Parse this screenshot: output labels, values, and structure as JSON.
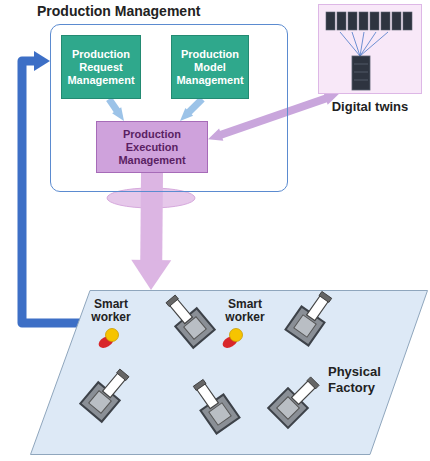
{
  "diagram": {
    "nodes": [
      {
        "text": [
          "Production Management"
        ]
      },
      {
        "text": [
          "Production Request Management"
        ],
        "in": 0
      },
      {
        "text": [
          "Production Model Management"
        ],
        "in": 0
      },
      {
        "text": [
          "Production Execution Management"
        ],
        "in": 0
      },
      {
        "text": [
          "Digital twins"
        ]
      },
      {
        "text": [
          "Physical Factory"
        ]
      }
    ],
    "edges": [
      {
        "from": 1,
        "to": 3,
        "arrow": "to"
      },
      {
        "from": 2,
        "to": 3,
        "arrow": "to"
      },
      {
        "from": 3,
        "to": 4,
        "arrow": "both"
      },
      {
        "from": 3,
        "to": 5,
        "arrow": "to"
      },
      {
        "from": 5,
        "to": 0,
        "arrow": "to"
      }
    ],
    "labels": [
      "Smart worker",
      "Smart worker"
    ]
  }
}
